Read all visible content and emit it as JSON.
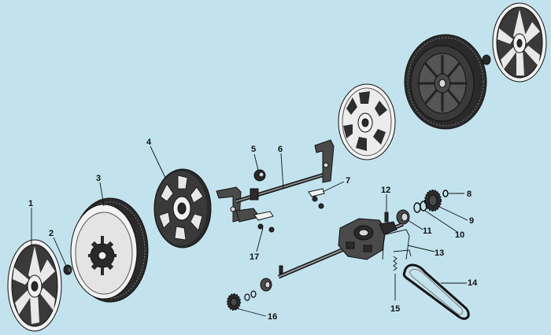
{
  "diagram": {
    "labels": [
      "1",
      "2",
      "3",
      "4",
      "5",
      "6",
      "7",
      "8",
      "9",
      "10",
      "11",
      "12",
      "13",
      "14",
      "15",
      "16",
      "17"
    ],
    "background": "#c2e3ee",
    "parts": [
      "hubcap-front-left-icon",
      "nut-icon",
      "wheel-front-left-icon",
      "wheel-plate-icon",
      "bushing-icon",
      "axle-bracket-icon",
      "clip-icon",
      "washer-icon",
      "gear-icon",
      "spacer-icon",
      "bearing-icon",
      "pin-icon",
      "lever-spring-icon",
      "drive-belt-icon",
      "spring-icon",
      "pinion-gear-icon",
      "clip-lower-icon"
    ]
  }
}
